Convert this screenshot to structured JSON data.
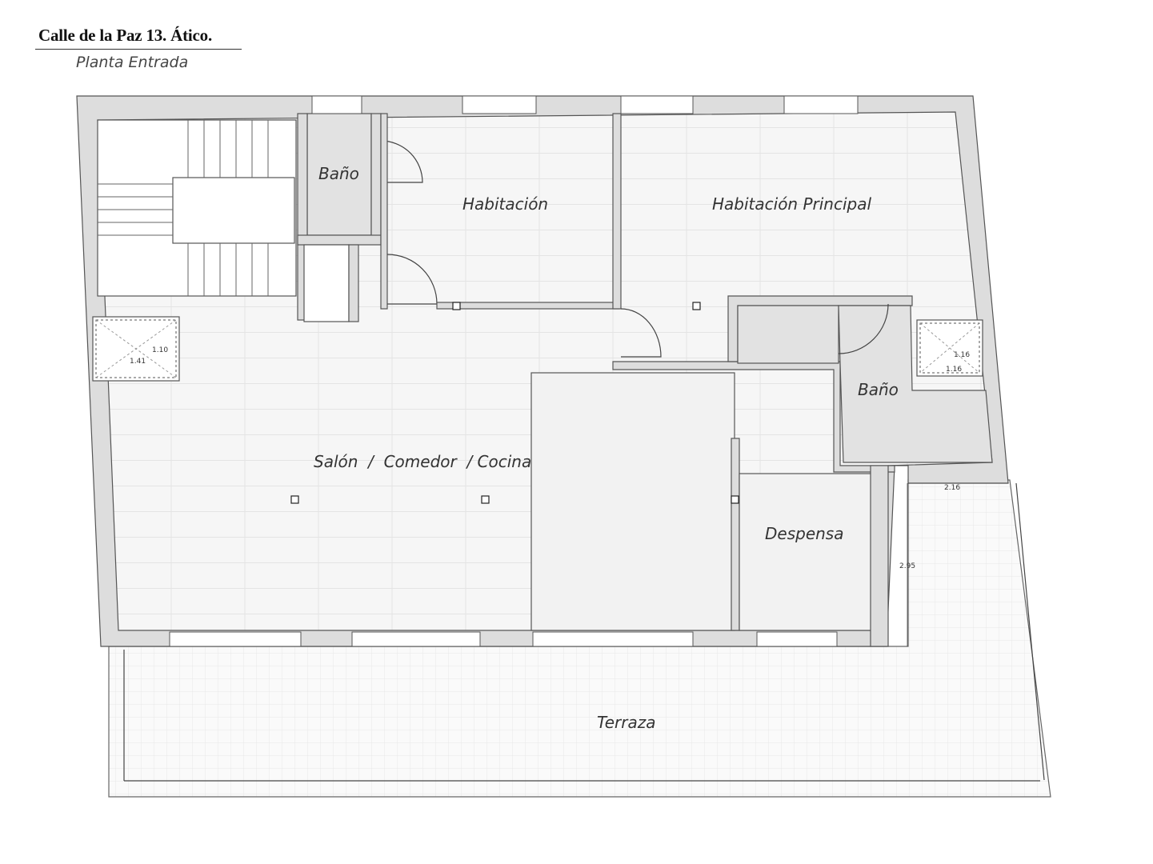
{
  "header": {
    "title": "Calle de la Paz 13. Ático.",
    "subtitle": "Planta Entrada"
  },
  "rooms": {
    "bano_1": "Baño",
    "habitacion": "Habitación",
    "habitacion_principal": "Habitación Principal",
    "salon": "Salón  /  Comedor  / Cocina",
    "bano_2": "Baño",
    "despensa": "Despensa",
    "terraza": "Terraza"
  },
  "dimensions": {
    "shaft_left_a": "1.10",
    "shaft_left_b": "1.41",
    "shaft_right_a": "1.16",
    "shaft_right_b": "1.16",
    "terrace_width": "2.16",
    "terrace_depth": "2.95"
  },
  "colors": {
    "wall_fill": "#dddddd",
    "floor_fill": "#f3f3f3",
    "line": "#444444"
  }
}
